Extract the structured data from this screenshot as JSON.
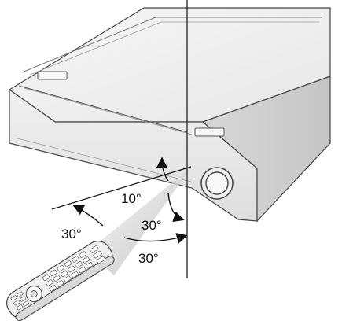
{
  "diagram": {
    "labels": {
      "vertical_up": "10°",
      "horizontal_left": "30°",
      "horizontal_right": "30°",
      "vertical_down": "30°"
    }
  }
}
